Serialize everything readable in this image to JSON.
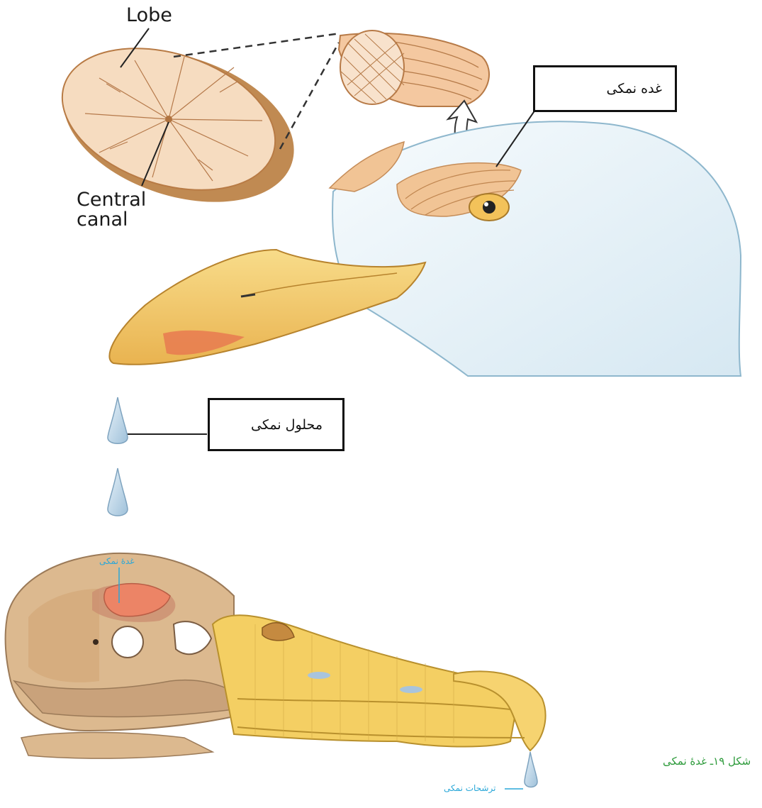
{
  "upper_figure": {
    "lobe_label": "Lobe",
    "central_canal_label_line1": "Central",
    "central_canal_label_line2": "canal",
    "salt_gland_box": "غده نمکی",
    "salt_solution_box": "محلول نمکی"
  },
  "lower_figure": {
    "salt_gland_label": "غدهٔ نمکی",
    "salt_secretion_label": "ترشحات نمکی",
    "caption": "شکل ۱۹ـ غدهٔ نمکی"
  },
  "colors": {
    "gland": "#e8b489",
    "beak": "#f3c766",
    "head": "#e6f1f7",
    "skull": "#d9b48e",
    "droplet": "#b9d4e6",
    "label_blue": "#2aa7d8",
    "caption_green": "#2c9a3a"
  }
}
